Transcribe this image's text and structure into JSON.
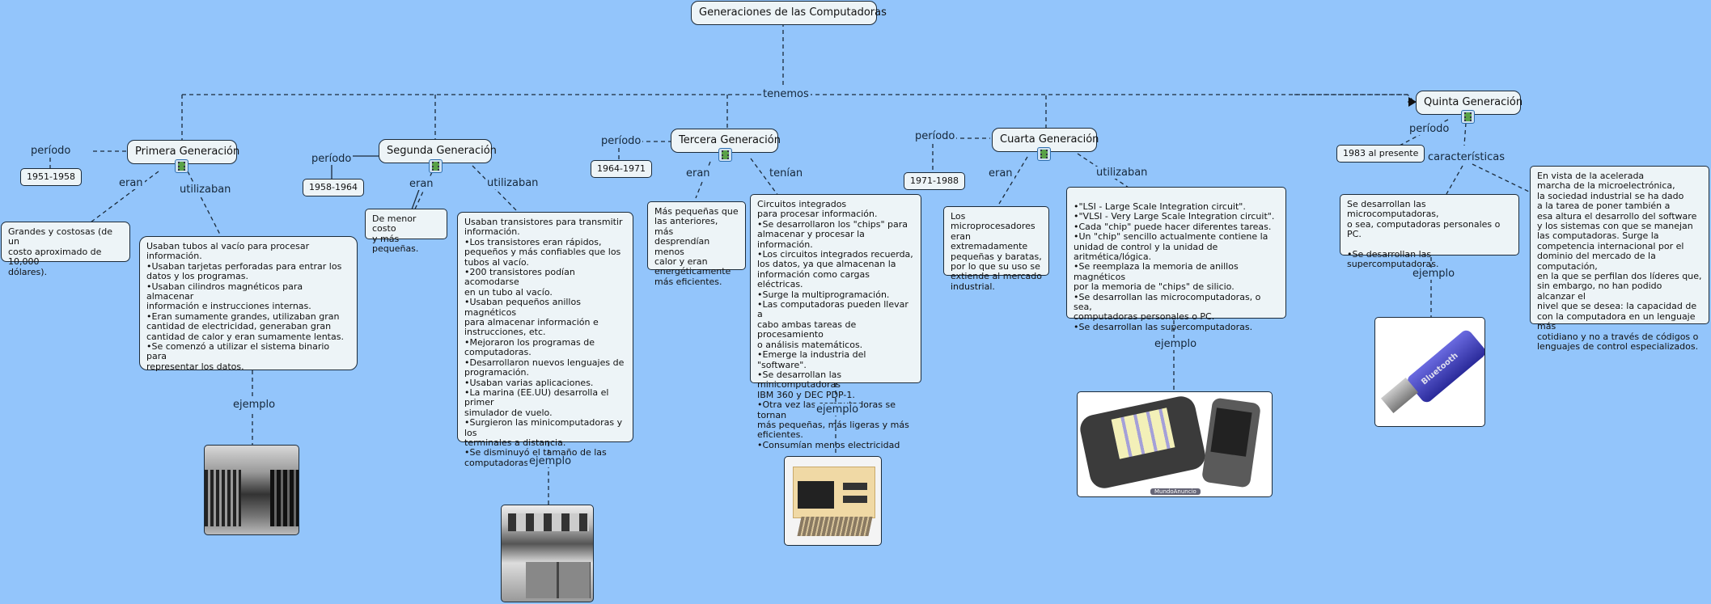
{
  "title": "Generaciones de las Computadoras",
  "root_link": "tenemos",
  "generations": [
    {
      "name": "Primera Generación",
      "period_label": "período",
      "period": "1951-1958",
      "link_a": "eran",
      "text_a": "Grandes y costosas (de un\ncosto aproximado de 10,000\n dólares).",
      "link_b": "utilizaban",
      "text_b": "Usaban tubos al vacío para procesar información.\n•Usaban tarjetas perforadas para entrar los\ndatos y los programas.\n•Usaban cilindros magnéticos para almacenar\n información e instrucciones internas.\n•Eran sumamente grandes, utilizaban gran\ncantidad de electricidad, generaban gran\n cantidad de calor y eran sumamente lentas.\n•Se comenzó a utilizar el sistema binario para\n representar los datos.",
      "example_label": "ejemplo",
      "example_image": "photo-eniac-room"
    },
    {
      "name": "Segunda Generación",
      "period_label": "período",
      "period": "1958-1964",
      "link_a": "eran",
      "text_a": "De menor costo\ny más pequeñas.",
      "link_b": "utilizaban",
      "text_b": "Usaban transistores para transmitir\n información.\n•Los transistores eran rápidos,\n pequeños y más confiables que los\n tubos al vacío.\n•200 transistores podían acomodarse\nen un tubo al vacío.\n•Usaban pequeños anillos magnéticos\n para almacenar información e\ninstrucciones, etc.\n•Mejoraron los programas de\n computadoras.\n•Desarrollaron nuevos lenguajes de\n programación.\n•Usaban varias aplicaciones.\n•La marina (EE.UU) desarrolla el primer\n simulador de vuelo.\n•Surgieron las minicomputadoras y los\nterminales a distancia.\n•Se disminuyó el tamaño de las\n computadoras.",
      "example_label": "ejemplo",
      "example_image": "photo-mainframe-tapes"
    },
    {
      "name": "Tercera Generación",
      "period_label": "período",
      "period": "1964-1971",
      "link_a": "eran",
      "text_a": "Más pequeñas que\nlas anteriores, más\n desprendían menos\ncalor y eran\nenergéticamente\nmás eficientes.",
      "link_b": "tenían",
      "text_b": "Circuitos integrados\npara procesar información.\n•Se desarrollaron los \"chips\" para\nalmacenar y procesar la información.\n•Los circuitos integrados recuerda,\n los datos, ya que almacenan la\ninformación como cargas eléctricas.\n•Surge la multiprogramación.\n•Las computadoras pueden llevar a\ncabo ambas tareas de procesamiento\no análisis matemáticos.\n•Emerge la industria del \"software\".\n•Se desarrollan las minicomputadoras\nIBM 360 y DEC PDP-1.\n•Otra vez las computadoras se tornan\nmás pequeñas, más ligeras y más\neficientes.\n•Consumían menos electricidad",
      "example_label": "ejemplo",
      "example_image": "photo-beige-computer"
    },
    {
      "name": "Cuarta Generación",
      "period_label": "período",
      "period": "1971-1988",
      "link_a": "eran",
      "text_a": "Los microprocesadores\n eran extremadamente\n pequeñas y baratas,\npor lo que su uso se\nextiende al mercado\nindustrial.",
      "link_b": "utilizaban",
      "text_b": "•\"LSI - Large Scale Integration circuit\".\n•\"VLSI - Very Large Scale Integration circuit\".\n•Cada \"chip\" puede hacer diferentes tareas.\n•Un \"chip\" sencillo actualmente contiene la\nunidad de control y la unidad de aritmética/lógica.\n•Se reemplaza la memoria de anillos magnéticos\npor la memoria de \"chips\" de silicio.\n•Se desarrollan las microcomputadoras, o sea,\n computadoras personales o PC.\n•Se desarrollan las supercomputadoras.",
      "example_label": "ejemplo",
      "example_image": "photo-smartphones",
      "image_caption": "MundoAnuncio"
    },
    {
      "name": "Quinta Generación",
      "period_label": "período",
      "period": "1983 al presente",
      "link_a": "características",
      "text_a": "Se desarrollan las microcomputadoras,\no sea, computadoras personales o PC.\n\n•Se desarrollan las supercomputadoras.",
      "text_c": "En vista de la acelerada\nmarcha de la microelectrónica,\nla sociedad industrial se ha dado\na la tarea de poner también a\n esa altura el desarrollo del software\ny los sistemas con que se manejan\nlas computadoras. Surge la\n competencia internacional por el\ndominio del mercado de la computación,\n en la que se perfilan dos líderes que,\nsin embargo, no han podido alcanzar el\nnivel que se desea: la capacidad de\n con la computadora en un lenguaje más\n cotidiano y no a través de códigos o\n lenguajes de control especializados.",
      "example_label": "ejemplo",
      "example_image": "photo-bluetooth-usb",
      "image_caption": "Bluetooth"
    }
  ],
  "colors": {
    "background": "#93c5fb",
    "node_fill": "#edf4f7",
    "node_border": "#1b2b3a"
  }
}
